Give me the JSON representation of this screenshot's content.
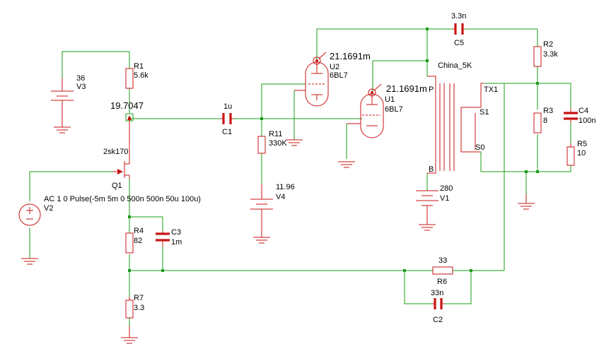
{
  "probes": {
    "q1_collector": "19.7047",
    "u2_probe": "21.1691m",
    "u1_probe": "21.1691m"
  },
  "components": {
    "r1": {
      "ref": "R1",
      "value": "5.6k"
    },
    "r2": {
      "ref": "R2",
      "value": "3.3k"
    },
    "r3": {
      "ref": "R3",
      "value": "8"
    },
    "r4": {
      "ref": "R4",
      "value": "82"
    },
    "r5": {
      "ref": "R5",
      "value": "10"
    },
    "r6": {
      "ref": "R6",
      "value": "33"
    },
    "r7": {
      "ref": "R7",
      "value": "3.3"
    },
    "r11": {
      "ref": "R11",
      "value": "330K"
    },
    "c1": {
      "ref": "C1",
      "value": "1u"
    },
    "c2": {
      "ref": "C2",
      "value": "33n"
    },
    "c3": {
      "ref": "C3",
      "value": "1m"
    },
    "c4": {
      "ref": "C4",
      "value": "100n"
    },
    "c5": {
      "ref": "C5",
      "value": "3.3n"
    },
    "v1": {
      "ref": "V1",
      "value": "280"
    },
    "v2": {
      "ref": "V2",
      "value": "AC 1 0 Pulse(-5m 5m 0 500n 500n 50u 100u)"
    },
    "v3": {
      "ref": "V3",
      "value": "36"
    },
    "v4": {
      "ref": "V4",
      "value": "11.96"
    },
    "q1": {
      "ref": "Q1",
      "value": "2sk170"
    },
    "u1": {
      "ref": "U1",
      "value": "6BL7"
    },
    "u2": {
      "ref": "U2",
      "value": "6BL7"
    },
    "tx1": {
      "ref": "TX1",
      "value": "China_5K",
      "pin_p": "P",
      "pin_b": "B",
      "pin_s1": "S1",
      "pin_s0": "S0"
    }
  },
  "colors": {
    "wire": "#1a9c1a",
    "component": "#c81414",
    "text": "#000000"
  }
}
